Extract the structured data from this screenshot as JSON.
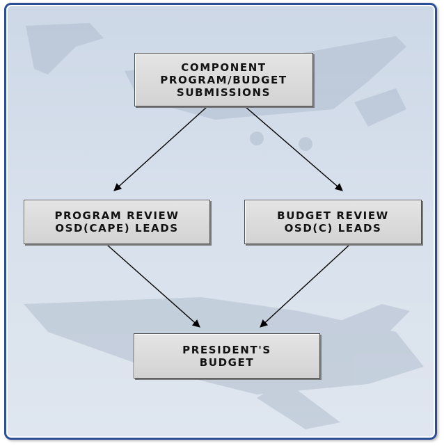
{
  "diagram": {
    "nodes": {
      "component": {
        "lines": [
          "COMPONENT",
          "PROGRAM/BUDGET",
          "SUBMISSIONS"
        ]
      },
      "program_review": {
        "lines": [
          "PROGRAM REVIEW",
          "OSD(CAPE) LEADS"
        ]
      },
      "budget_review": {
        "lines": [
          "BUDGET REVIEW",
          "OSD(C) LEADS"
        ]
      },
      "presidents_budget": {
        "lines": [
          "PRESIDENT'S",
          "BUDGET"
        ]
      }
    },
    "edges": [
      {
        "from": "component",
        "to": "program_review"
      },
      {
        "from": "component",
        "to": "budget_review"
      },
      {
        "from": "program_review",
        "to": "presidents_budget"
      },
      {
        "from": "budget_review",
        "to": "presidents_budget"
      }
    ],
    "colors": {
      "frame_border": "#2b4f97",
      "box_fill": "#d9d9d9",
      "arrow": "#000000"
    }
  }
}
